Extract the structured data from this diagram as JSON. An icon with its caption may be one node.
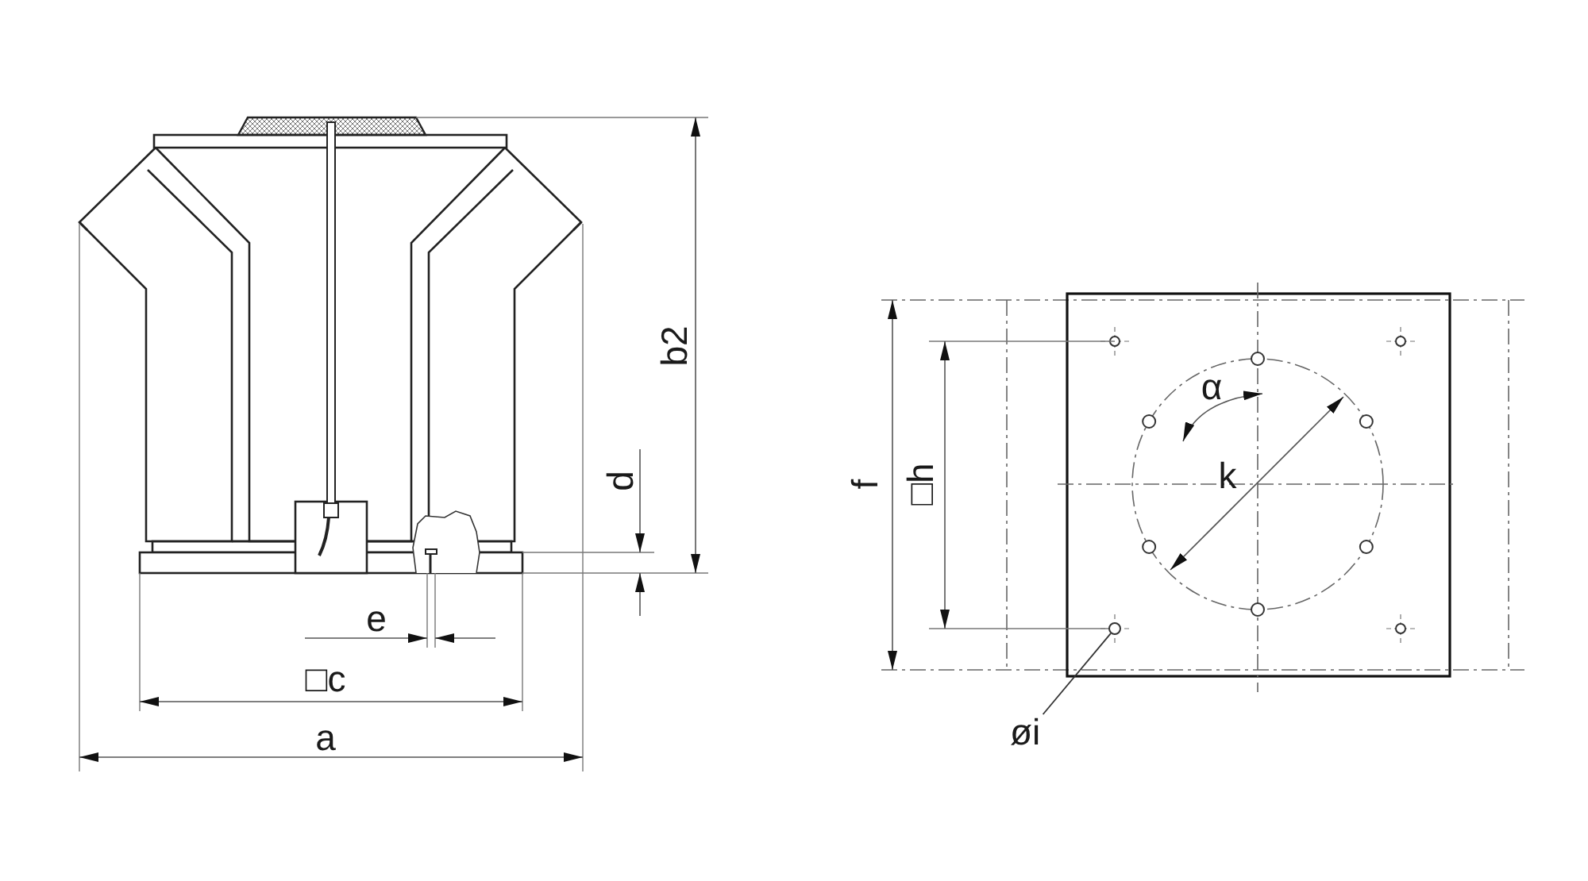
{
  "diagram": {
    "nodes": [
      {
        "text": [
          "øi"
        ]
      },
      {
        "text": [],
        "shape": "circle"
      }
    ],
    "edges": [
      {
        "from": 0,
        "to": 1,
        "arrow": "none"
      }
    ],
    "labels": [
      "b2",
      "d",
      "e",
      "□c",
      "a",
      "f",
      "□h",
      "α",
      "k"
    ]
  }
}
